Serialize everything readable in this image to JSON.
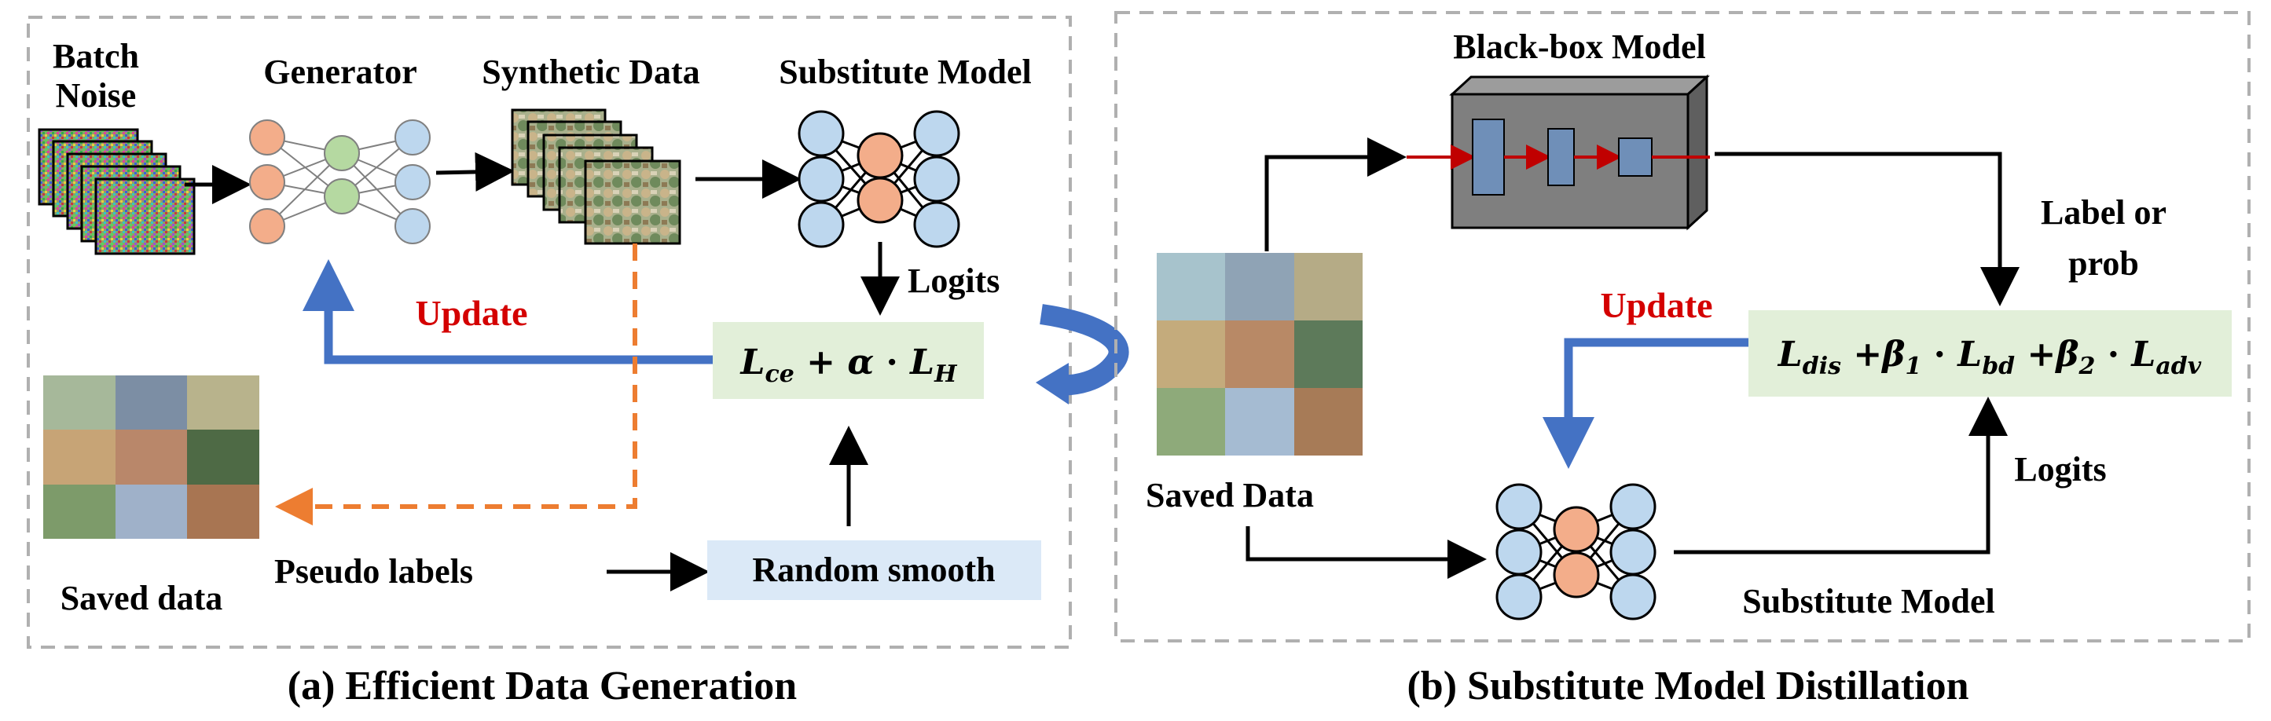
{
  "panel_a": {
    "caption": "(a) Efficient Data Generation",
    "batch_noise_line1": "Batch",
    "batch_noise_line2": "Noise",
    "generator": "Generator",
    "synthetic_data": "Synthetic Data",
    "substitute_model": "Substitute Model",
    "logits": "Logits",
    "update": "Update",
    "loss": "L_ce + α · L_H",
    "pseudo_labels": "Pseudo labels",
    "random_smooth": "Random smooth",
    "saved_data": "Saved data"
  },
  "panel_b": {
    "caption": "(b) Substitute Model Distillation",
    "blackbox_model": "Black-box Model",
    "label_or_prob_line1": "Label or",
    "label_or_prob_line2": "prob",
    "update": "Update",
    "loss": "L_dis + β_1 · L_bd + β_2 · L_adv",
    "saved_data": "Saved Data",
    "logits": "Logits",
    "substitute_model": "Substitute Model"
  },
  "colors": {
    "node_orange": "#f3ad8a",
    "node_green": "#b5d9a1",
    "node_blue": "#bdd7ee",
    "loss_box": "#e2efd9",
    "smooth_box": "#dbe9f7",
    "update_arrow": "#4472c4",
    "dashed_arrow": "#ed7d31",
    "red_text": "#d40000",
    "blackbox_fill": "#7f7f7f"
  }
}
